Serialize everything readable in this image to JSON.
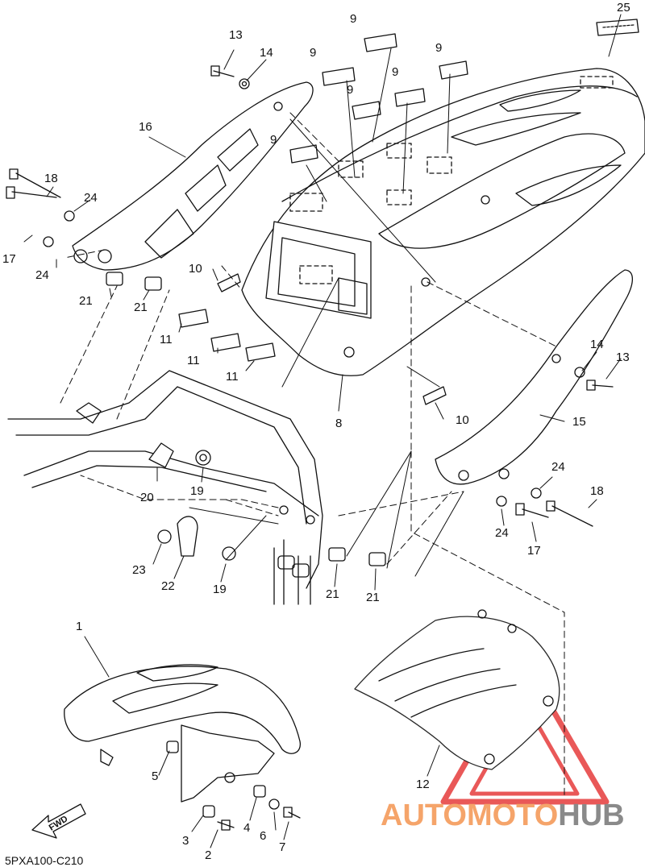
{
  "diagram": {
    "callouts": [
      {
        "id": "c25",
        "text": "25"
      },
      {
        "id": "c13a",
        "text": "13"
      },
      {
        "id": "c14a",
        "text": "14"
      },
      {
        "id": "c9a",
        "text": "9"
      },
      {
        "id": "c9b",
        "text": "9"
      },
      {
        "id": "c9c",
        "text": "9"
      },
      {
        "id": "c9d",
        "text": "9"
      },
      {
        "id": "c9e",
        "text": "9"
      },
      {
        "id": "c9f",
        "text": "9"
      },
      {
        "id": "c16",
        "text": "16"
      },
      {
        "id": "c18a",
        "text": "18"
      },
      {
        "id": "c24a",
        "text": "24"
      },
      {
        "id": "c17a",
        "text": "17"
      },
      {
        "id": "c24b",
        "text": "24"
      },
      {
        "id": "c10a",
        "text": "10"
      },
      {
        "id": "c21a",
        "text": "21"
      },
      {
        "id": "c21b",
        "text": "21"
      },
      {
        "id": "c11a",
        "text": "11"
      },
      {
        "id": "c11b",
        "text": "11"
      },
      {
        "id": "c11c",
        "text": "11"
      },
      {
        "id": "c14b",
        "text": "14"
      },
      {
        "id": "c13b",
        "text": "13"
      },
      {
        "id": "c8",
        "text": "8"
      },
      {
        "id": "c10b",
        "text": "10"
      },
      {
        "id": "c15",
        "text": "15"
      },
      {
        "id": "c20",
        "text": "20"
      },
      {
        "id": "c19a",
        "text": "19"
      },
      {
        "id": "c24c",
        "text": "24"
      },
      {
        "id": "c18b",
        "text": "18"
      },
      {
        "id": "c24d",
        "text": "24"
      },
      {
        "id": "c17b",
        "text": "17"
      },
      {
        "id": "c23",
        "text": "23"
      },
      {
        "id": "c22",
        "text": "22"
      },
      {
        "id": "c19b",
        "text": "19"
      },
      {
        "id": "c21c",
        "text": "21"
      },
      {
        "id": "c21d",
        "text": "21"
      },
      {
        "id": "c1",
        "text": "1"
      },
      {
        "id": "c12",
        "text": "12"
      },
      {
        "id": "c5",
        "text": "5"
      },
      {
        "id": "c4",
        "text": "4"
      },
      {
        "id": "c6",
        "text": "6"
      },
      {
        "id": "c3",
        "text": "3"
      },
      {
        "id": "c2",
        "text": "2"
      },
      {
        "id": "c7",
        "text": "7"
      }
    ],
    "drawing_code": "5PXA100-C210",
    "direction_marker": "FWD"
  },
  "watermark": {
    "part_a": "AUTOMOTO",
    "part_b": "HUB",
    "color_a": "#f5a46a",
    "color_b": "#8a8a8a",
    "triangle_color": "#e63c3c"
  },
  "colors": {
    "line": "#111111",
    "background": "#ffffff"
  }
}
